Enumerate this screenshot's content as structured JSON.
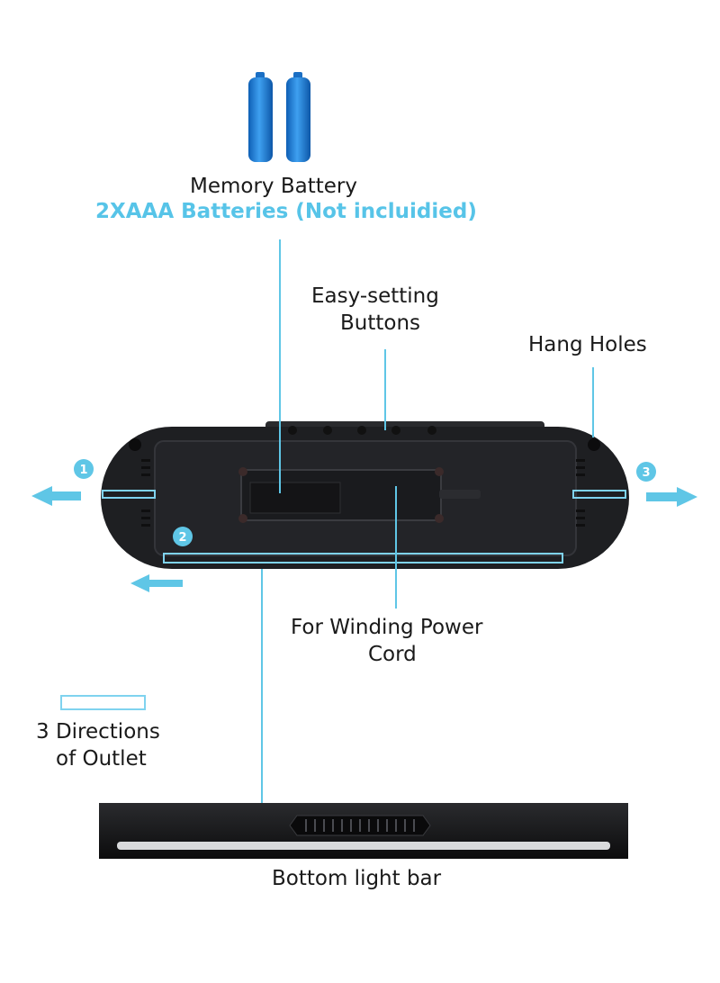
{
  "labels": {
    "memory_battery": "Memory Battery",
    "batteries_note": "2XAAA Batteries (Not incluidied)",
    "easy_setting_line1": "Easy-setting",
    "easy_setting_line2": "Buttons",
    "hang_holes": "Hang Holes",
    "winding_line1": "For Winding Power",
    "winding_line2": "Cord",
    "outlet_line1": "3 Directions",
    "outlet_line2": "of Outlet",
    "bottom_light_bar": "Bottom light bar"
  },
  "outlet_markers": [
    "1",
    "2",
    "3"
  ],
  "colors": {
    "accent": "#57c4e8",
    "line": "#5fc6e6",
    "device": "#1e1f22",
    "battery": "#1f7fd6"
  }
}
